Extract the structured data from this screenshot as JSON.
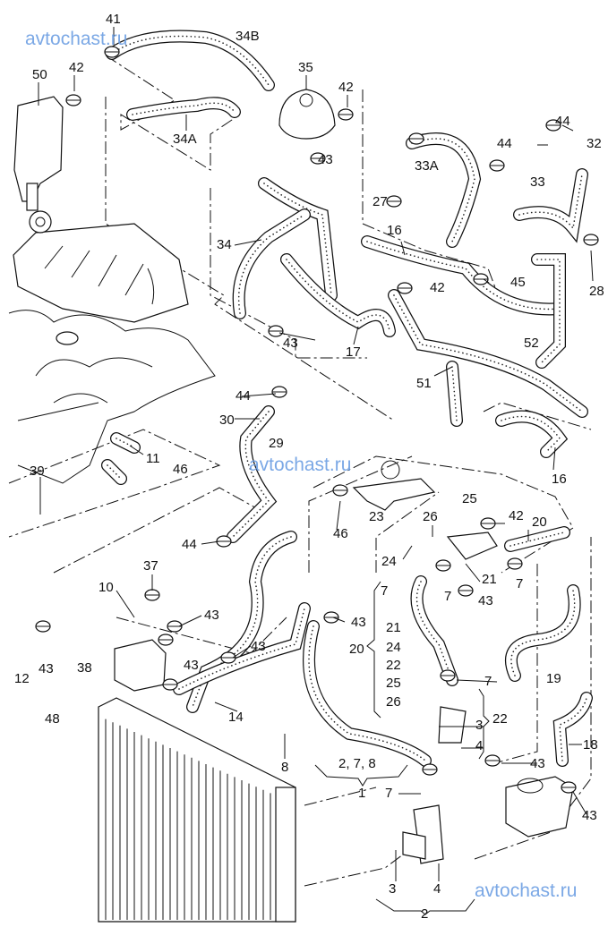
{
  "watermark": "avtochast.ru",
  "callouts": [
    "41",
    "34B",
    "50",
    "42",
    "35",
    "42",
    "34A",
    "43",
    "44",
    "44",
    "32",
    "33A",
    "33",
    "27",
    "34",
    "16",
    "42",
    "45",
    "28",
    "43",
    "17",
    "52",
    "51",
    "44",
    "30",
    "11",
    "29",
    "46",
    "39",
    "16",
    "25",
    "42",
    "20",
    "26",
    "23",
    "24",
    "21",
    "7",
    "46",
    "44",
    "37",
    "7",
    "7",
    "43",
    "10",
    "43",
    "21",
    "20",
    "24",
    "22",
    "25",
    "26",
    "43",
    "43",
    "43",
    "12",
    "43",
    "38",
    "19",
    "7",
    "22",
    "3",
    "4",
    "14",
    "18",
    "48",
    "8",
    "2, 7, 8",
    "1",
    "43",
    "7",
    "43",
    "3",
    "4",
    "2"
  ],
  "icons": [
    "hose",
    "hose-clamp",
    "coolant-expansion-tank",
    "radiator",
    "intake-manifold",
    "engine-block",
    "thermostat-housing",
    "coolant-flange",
    "oil-cooler",
    "cable-tie"
  ]
}
